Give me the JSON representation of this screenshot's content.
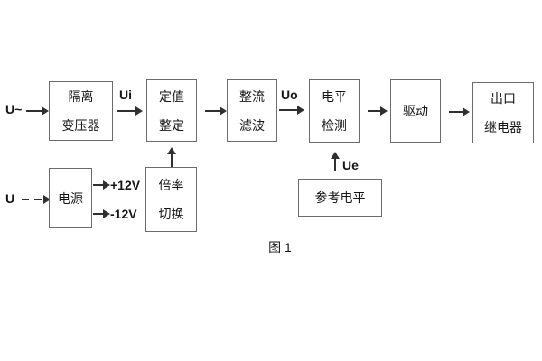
{
  "diagram": {
    "caption": "图 1",
    "blocks": {
      "isolation_transformer": {
        "line1": "隔离",
        "line2": "变压器"
      },
      "setting_adjustment": {
        "line1": "定值",
        "line2": "整定"
      },
      "rectify_filter": {
        "line1": "整流",
        "line2": "滤波"
      },
      "level_detection": {
        "line1": "电平",
        "line2": "检测"
      },
      "driver": {
        "line1": "驱动"
      },
      "output_relay": {
        "line1": "出口",
        "line2": "继电器"
      },
      "power_supply": {
        "line1": "电源"
      },
      "ratio_switch": {
        "line1": "倍率",
        "line2": "切换"
      },
      "reference_level": {
        "line1": "参考电平"
      }
    },
    "signal_labels": {
      "ac_input": "U~",
      "dc_input": "U",
      "ui": "Ui",
      "uo": "Uo",
      "ue": "Ue",
      "rail_pos": "+12V",
      "rail_neg": "-12V"
    },
    "colors": {
      "line": "#2f2f2f",
      "box_border": "#6b6b6b",
      "text": "#161616",
      "background": "#ffffff"
    }
  }
}
